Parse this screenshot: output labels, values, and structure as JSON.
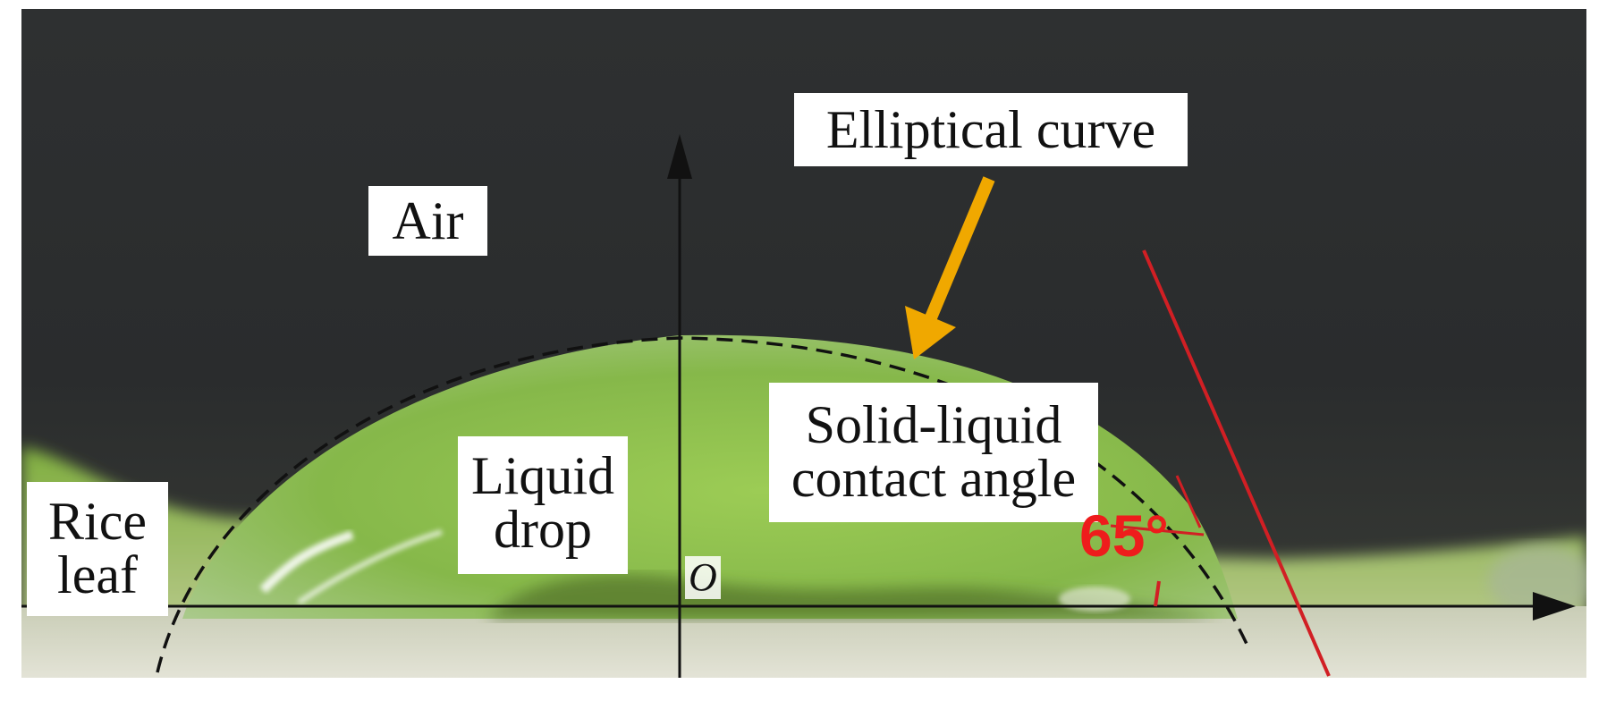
{
  "labels": {
    "elliptical_curve": "Elliptical curve",
    "air": "Air",
    "solid_liquid_line1": "Solid-liquid",
    "solid_liquid_line2": "contact angle",
    "liquid_line1": "Liquid",
    "liquid_line2": "drop",
    "rice_line1": "Rice",
    "rice_line2": "leaf",
    "origin": "O",
    "angle_value": "65°"
  },
  "contact_angle_deg": 65,
  "colors": {
    "background": "#2b2d2e",
    "leaf_green": "#8fbf48",
    "drop_green": "#9cc95a",
    "pointer_arrow": "#f0a800",
    "angle_marks": "#ee1c1c",
    "axes": "#111111"
  }
}
